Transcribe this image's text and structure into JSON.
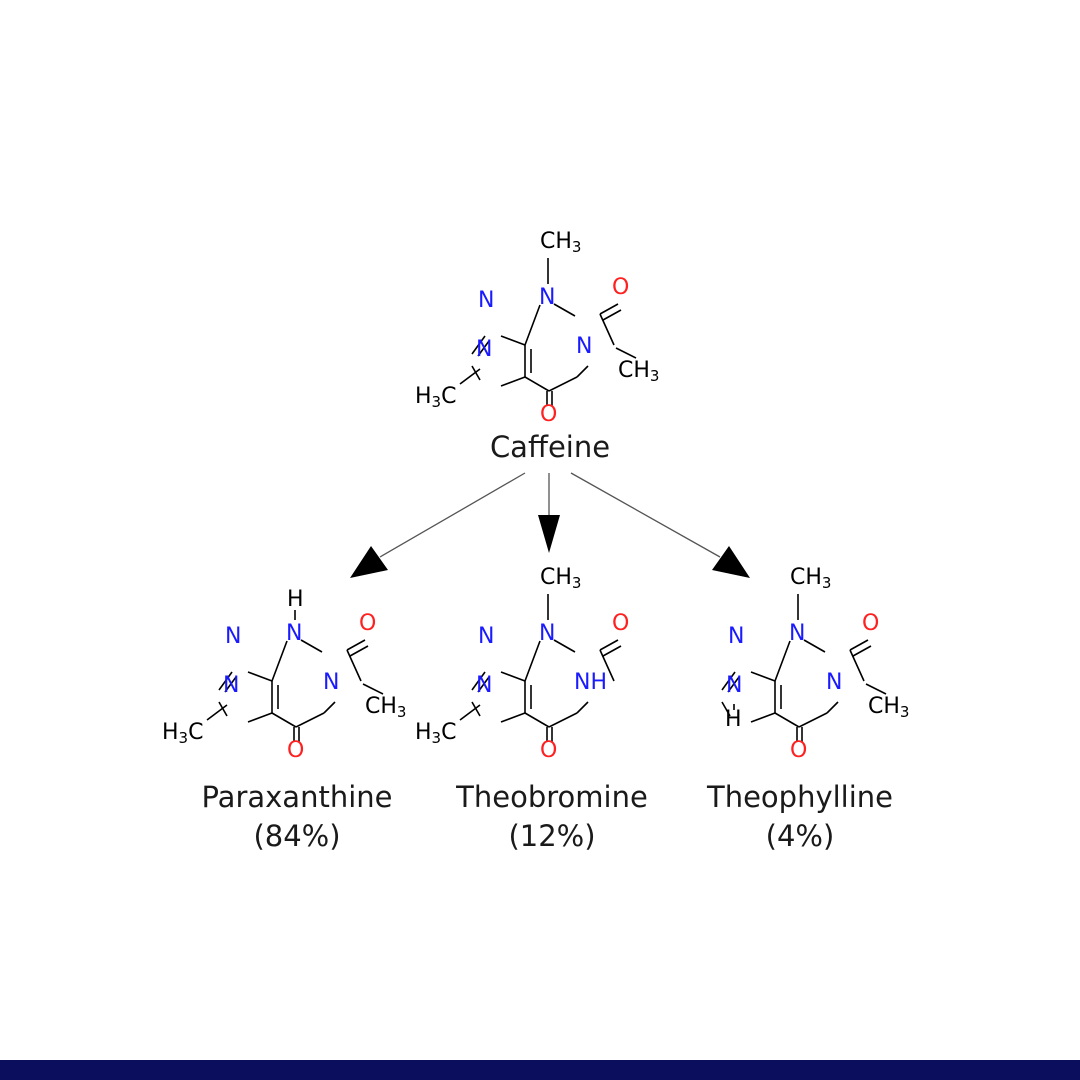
{
  "colors": {
    "nitrogen": "#1a1aff",
    "oxygen": "#ff2020",
    "carbon": "#000000",
    "label": "#1a1a1a",
    "footer": "#0a0e5c"
  },
  "atoms": {
    "n": "N",
    "nh": "NH",
    "o": "O",
    "h": "H",
    "ch": "CH",
    "h3c_h": "H",
    "sub3": "3",
    "c": "C"
  },
  "compounds": {
    "caffeine": {
      "name": "Caffeine"
    },
    "paraxanthine": {
      "name": "Paraxanthine",
      "share": "(84%)"
    },
    "theobromine": {
      "name": "Theobromine",
      "share": "(12%)"
    },
    "theophylline": {
      "name": "Theophylline",
      "share": "(4%)"
    }
  }
}
